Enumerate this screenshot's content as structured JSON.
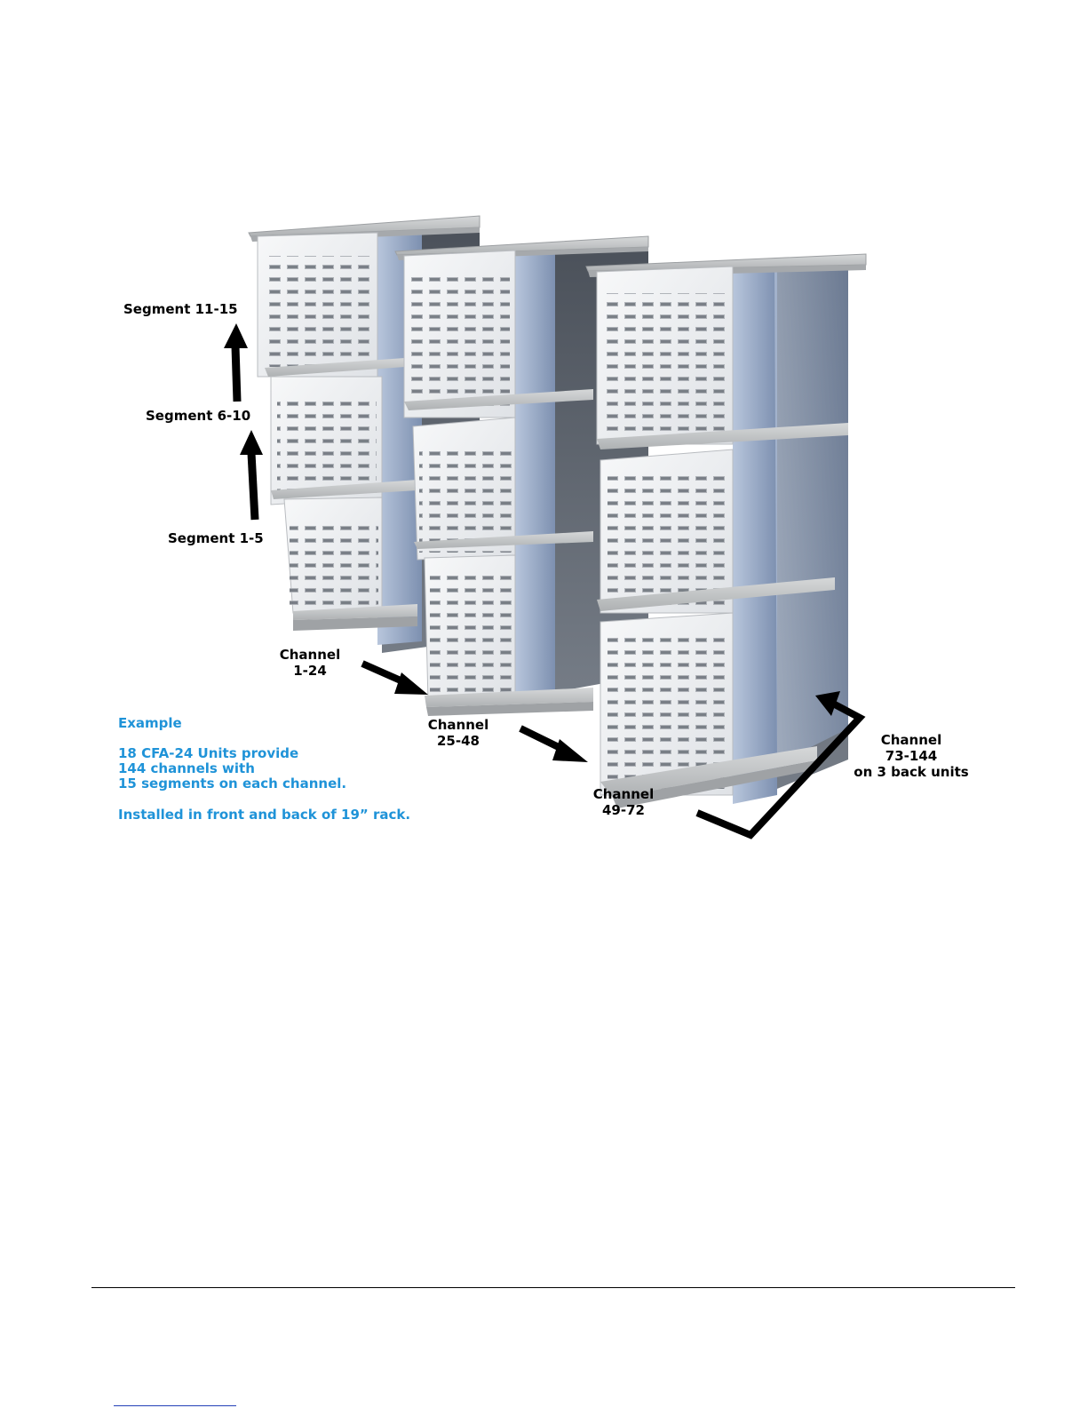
{
  "segments": {
    "seg_11_15": "Segment 11-15",
    "seg_6_10": "Segment 6-10",
    "seg_1_5": "Segment 1-5"
  },
  "channels": {
    "ch_1_24": [
      "Channel",
      "1-24"
    ],
    "ch_25_48": [
      "Channel",
      "25-48"
    ],
    "ch_49_72": [
      "Channel",
      "49-72"
    ],
    "ch_73_144": [
      "Channel",
      "73-144",
      "on 3 back units"
    ]
  },
  "example": {
    "heading": "Example",
    "lines": [
      "18 CFA-24 Units provide",
      "144 channels with",
      "15 segments on each channel."
    ],
    "install_note": "Installed in front and back of 19” rack."
  },
  "colors": {
    "note_text": "#1f93d8",
    "label_text": "#000000",
    "shelf": "#c6c8c9",
    "rack_side": "#8fa3c2",
    "panel": "#eeeff0"
  },
  "icons": [
    "arrow-up-icon",
    "arrow-down-right-icon",
    "bracket-arrow-icon"
  ]
}
